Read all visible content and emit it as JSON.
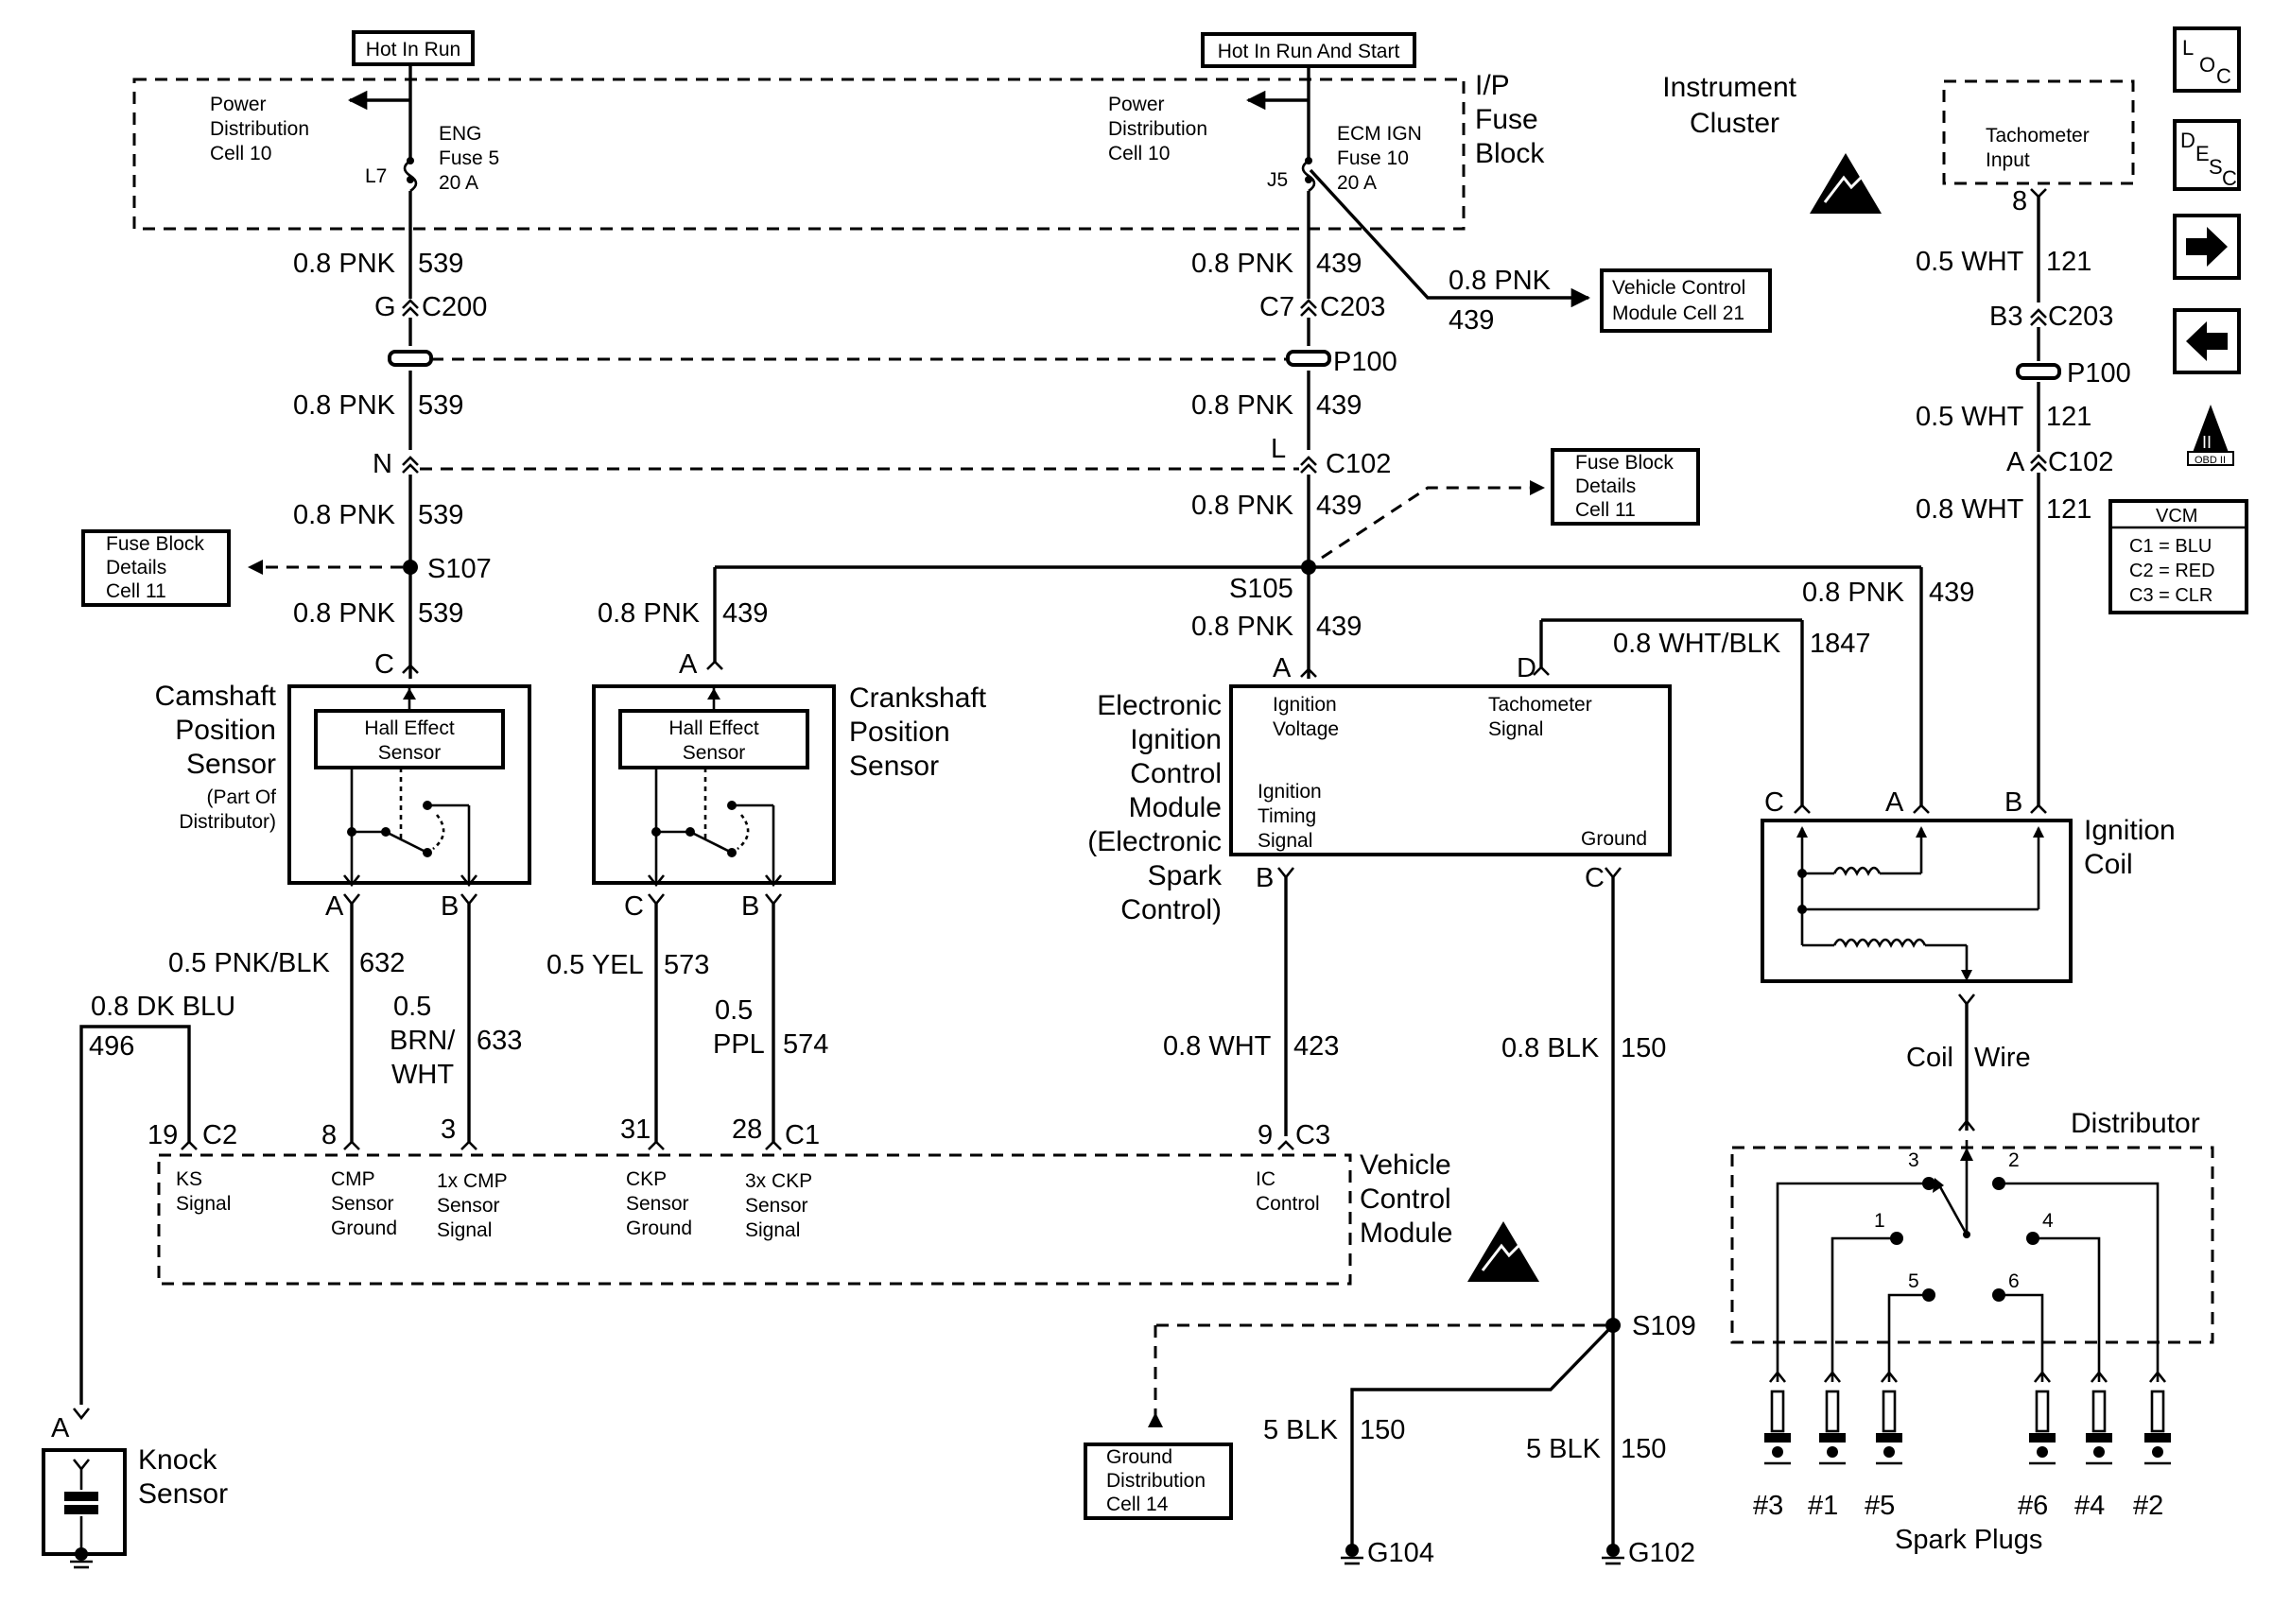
{
  "power": {
    "hot_in_run": "Hot In Run",
    "hot_in_run_and_start": "Hot In Run And Start",
    "ip_fuse_block": [
      "I/P",
      "Fuse",
      "Block"
    ],
    "left_pdc": [
      "Power",
      "Distribution",
      "Cell 10"
    ],
    "right_pdc": [
      "Power",
      "Distribution",
      "Cell 10"
    ],
    "eng_fuse": [
      "ENG",
      "Fuse 5",
      "20 A"
    ],
    "ecm_fuse": [
      "ECM IGN",
      "Fuse 10",
      "20 A"
    ],
    "l7": "L7",
    "j5": "J5"
  },
  "wires": {
    "pnk539": "0.8 PNK",
    "c539": "539",
    "pnk439": "0.8 PNK",
    "c439": "439",
    "wht121_05": "0.5 WHT",
    "wht121_08": "0.8 WHT",
    "c121": "121",
    "whtblk": "0.8 WHT/BLK",
    "c1847": "1847",
    "pnkblk": "0.5 PNK/BLK",
    "c632": "632",
    "brnwht": [
      "0.5",
      "BRN/",
      "WHT"
    ],
    "c633": "633",
    "yel": "0.5 YEL",
    "c573": "573",
    "ppl": [
      "0.5",
      "PPL"
    ],
    "c574": "574",
    "dkblu": "0.8 DK BLU",
    "c496": "496",
    "wht423": "0.8 WHT",
    "c423": "423",
    "blk08": "0.8 BLK",
    "blk5": "5 BLK",
    "c150": "150",
    "coil_wire": [
      "Coil",
      "Wire"
    ]
  },
  "connectors": {
    "g": "G",
    "c200": "C200",
    "c7": "C7",
    "c203": "C203",
    "b3": "B3",
    "p100": "P100",
    "n": "N",
    "l": "L",
    "c102": "C102",
    "a": "A",
    "b": "B",
    "c": "C",
    "d": "D",
    "pin8": "8",
    "s107": "S107",
    "s105": "S105",
    "s109": "S109",
    "g104": "G104",
    "g102": "G102",
    "p19": "19",
    "c2": "C2",
    "p8": "8",
    "p3": "3",
    "p31": "31",
    "p28": "28",
    "c1": "C1",
    "p9": "9",
    "c3": "C3"
  },
  "refs": {
    "vcm21": [
      "Vehicle Control",
      "Module Cell 21"
    ],
    "fuse_details": [
      "Fuse Block",
      "Details",
      "Cell 11"
    ],
    "ground_dist": [
      "Ground",
      "Distribution",
      "Cell 14"
    ]
  },
  "components": {
    "cmp_sensor": [
      "Camshaft",
      "Position",
      "Sensor"
    ],
    "cmp_note": [
      "(Part Of",
      "Distributor)"
    ],
    "ckp_sensor": [
      "Crankshaft",
      "Position",
      "Sensor"
    ],
    "hall_effect": [
      "Hall Effect",
      "Sensor"
    ],
    "eicm": [
      "Electronic",
      "Ignition",
      "Control",
      "Module",
      "(Electronic",
      "Spark",
      "Control)"
    ],
    "eicm_ign_voltage": [
      "Ignition",
      "Voltage"
    ],
    "eicm_tach": [
      "Tachometer",
      "Signal"
    ],
    "eicm_timing": [
      "Ignition",
      "Timing",
      "Signal"
    ],
    "eicm_ground": "Ground",
    "ignition_coil": [
      "Ignition",
      "Coil"
    ],
    "instrument_cluster": [
      "Instrument",
      "Cluster"
    ],
    "tach_input": [
      "Tachometer",
      "Input"
    ],
    "vcm_name": [
      "Vehicle",
      "Control",
      "Module"
    ],
    "vcm_ks": [
      "KS",
      "Signal"
    ],
    "vcm_cmp_gnd": [
      "CMP",
      "Sensor",
      "Ground"
    ],
    "vcm_1x": [
      "1x CMP",
      "Sensor",
      "Signal"
    ],
    "vcm_ckp_gnd": [
      "CKP",
      "Sensor",
      "Ground"
    ],
    "vcm_3x": [
      "3x CKP",
      "Sensor",
      "Signal"
    ],
    "vcm_ic": [
      "IC",
      "Control"
    ],
    "knock_sensor": [
      "Knock",
      "Sensor"
    ],
    "distributor": "Distributor",
    "spark_plugs": "Spark Plugs",
    "dist_terms": [
      "3",
      "2",
      "1",
      "4",
      "5",
      "6"
    ],
    "plug_labels": [
      "#3",
      "#1",
      "#5",
      "#6",
      "#4",
      "#2"
    ]
  },
  "legend": {
    "vcm_title": "VCM",
    "c1": "C1 = BLU",
    "c2": "C2 = RED",
    "c3": "C3 = CLR",
    "obd": "OBD II"
  }
}
